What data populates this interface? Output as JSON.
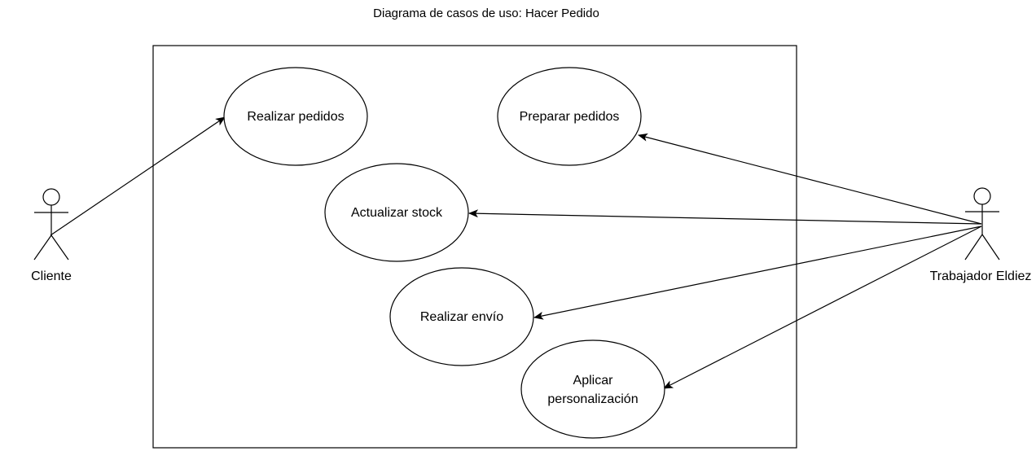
{
  "title": "Diagrama de casos de uso: Hacer Pedido",
  "actors": {
    "cliente": {
      "label": "Cliente"
    },
    "trabajador": {
      "label": "Trabajador Eldiez"
    }
  },
  "use_cases": {
    "realizar_pedidos": {
      "label_lines": [
        "Realizar pedidos"
      ]
    },
    "preparar_pedidos": {
      "label_lines": [
        "Preparar pedidos"
      ]
    },
    "actualizar_stock": {
      "label_lines": [
        "Actualizar stock"
      ]
    },
    "realizar_envio": {
      "label_lines": [
        "Realizar envío"
      ]
    },
    "aplicar_personalizacion": {
      "label_lines": [
        "Aplicar",
        "personalización"
      ]
    }
  },
  "associations": [
    {
      "from": "cliente",
      "to": "realizar_pedidos"
    },
    {
      "from": "trabajador",
      "to": "preparar_pedidos"
    },
    {
      "from": "trabajador",
      "to": "actualizar_stock"
    },
    {
      "from": "trabajador",
      "to": "realizar_envio"
    },
    {
      "from": "trabajador",
      "to": "aplicar_personalizacion"
    }
  ],
  "colors": {
    "stroke": "#000000",
    "fill": "#ffffff",
    "text": "#000000"
  }
}
